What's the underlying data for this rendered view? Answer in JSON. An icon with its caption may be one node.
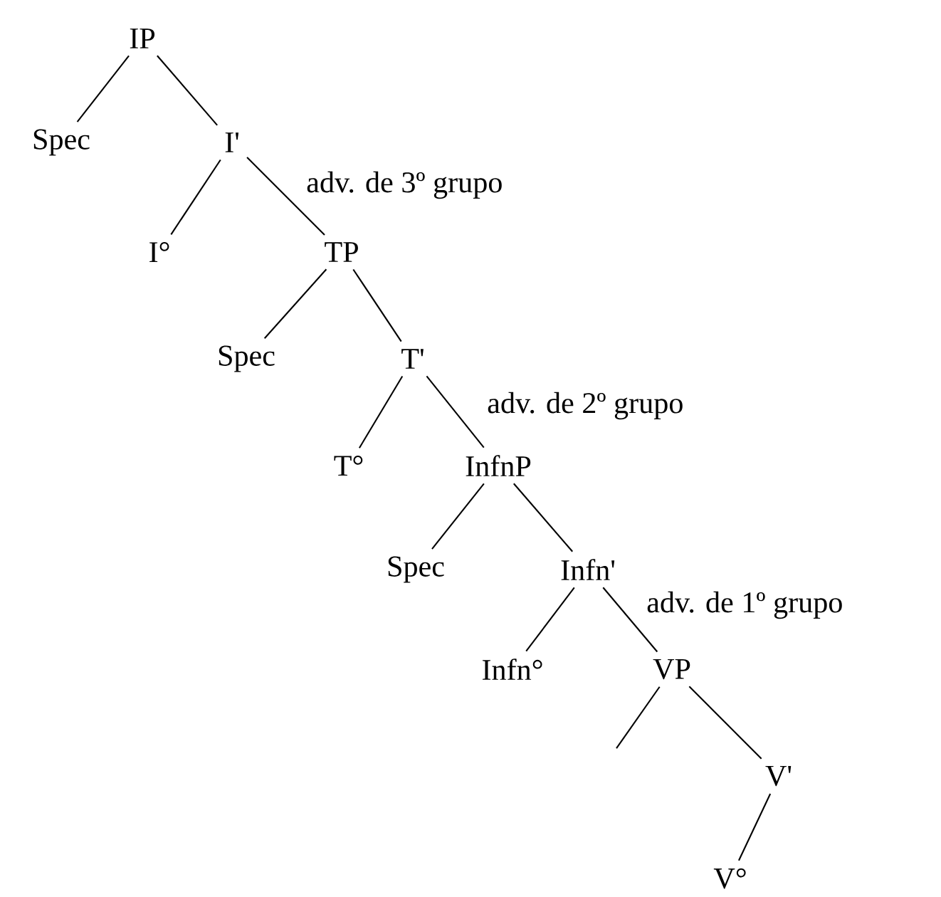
{
  "diagram": {
    "nodes": [
      {
        "text": [
          "IP"
        ]
      },
      {
        "text": [
          "Spec"
        ]
      },
      {
        "text": [
          "I'"
        ]
      },
      {
        "text": [
          "I°"
        ]
      },
      {
        "text": [
          "TP"
        ]
      },
      {
        "text": [
          "Spec"
        ]
      },
      {
        "text": [
          "T'"
        ]
      },
      {
        "text": [
          "T°"
        ]
      },
      {
        "text": [
          "InfnP"
        ]
      },
      {
        "text": [
          "Spec"
        ]
      },
      {
        "text": [
          "Infn'"
        ]
      },
      {
        "text": [
          "Infn°"
        ]
      },
      {
        "text": [
          "VP"
        ]
      },
      {
        "text": [
          "V'"
        ]
      },
      {
        "text": [
          "V°"
        ]
      }
    ],
    "edges": [
      {
        "from": 0,
        "to": 1,
        "arrow": "none"
      },
      {
        "from": 0,
        "to": 2,
        "arrow": "none"
      },
      {
        "from": 2,
        "to": 3,
        "arrow": "none"
      },
      {
        "from": 2,
        "to": 4,
        "arrow": "none"
      },
      {
        "from": 4,
        "to": 5,
        "arrow": "none"
      },
      {
        "from": 4,
        "to": 6,
        "arrow": "none"
      },
      {
        "from": 6,
        "to": 7,
        "arrow": "none"
      },
      {
        "from": 6,
        "to": 8,
        "arrow": "none"
      },
      {
        "from": 8,
        "to": 9,
        "arrow": "none"
      },
      {
        "from": 8,
        "to": 10,
        "arrow": "none"
      },
      {
        "from": 10,
        "to": 11,
        "arrow": "none"
      },
      {
        "from": 10,
        "to": 12,
        "arrow": "none"
      },
      {
        "from": 12,
        "to": null,
        "arrow": "none"
      },
      {
        "from": 12,
        "to": 13,
        "arrow": "none"
      },
      {
        "from": 13,
        "to": 14,
        "arrow": "none"
      }
    ],
    "labels": [
      "adv. de 3º grupo",
      "adv. de 2º grupo",
      "adv. de 1º grupo"
    ]
  }
}
